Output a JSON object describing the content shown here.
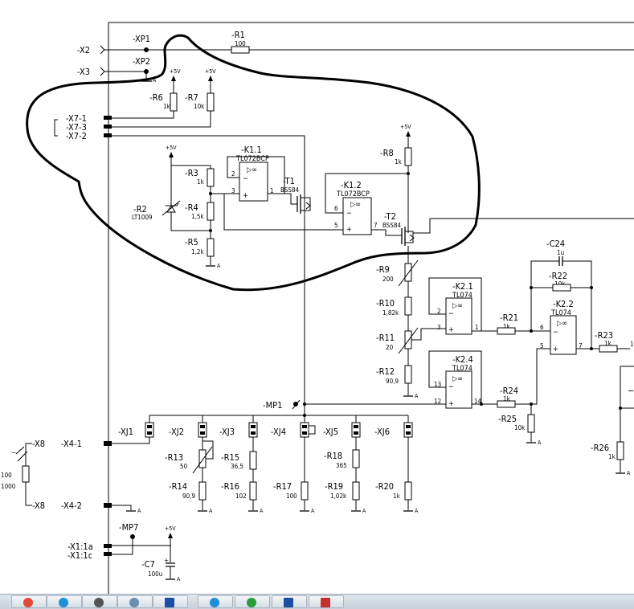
{
  "labels": {
    "x2": "-X2",
    "x3": "-X3",
    "xp1": "-XP1",
    "xp2": "-XP2",
    "r1": "-R1",
    "r1v": "100",
    "pwr": "+5V",
    "gnd": "A",
    "r6": "-R6",
    "r6v": "1k",
    "r7": "-R7",
    "r7v": "10k",
    "x71": "-X7-1",
    "x73": "-X7-3",
    "x72": "-X7-2",
    "k11": "-K1.1",
    "k11t": "TL072BCP",
    "k12": "-K1.2",
    "k12t": "TL072BCP",
    "r8": "-R8",
    "r8v": "1k",
    "r3": "-R3",
    "r3v": "1k",
    "r2": "-R2",
    "r2v": "LT1009",
    "r4": "-R4",
    "r4v": "1,5k",
    "r5": "-R5",
    "r5v": "1,2k",
    "t1": "-T1",
    "t1v": "BSS84",
    "t2": "-T2",
    "t2v": "BSS84",
    "c24": "-C24",
    "c24v": "1u",
    "r22": "-R22",
    "r22v": "10k",
    "r9": "-R9",
    "r9v": "200",
    "k21": "-K2.1",
    "k21t": "TL074",
    "k22": "-K2.2",
    "k22t": "TL074",
    "k24": "-K2.4",
    "k24t": "TL074",
    "r10": "-R10",
    "r10v": "1,82k",
    "r11": "-R11",
    "r11v": "20",
    "r12": "-R12",
    "r12v": "90,9",
    "r21": "-R21",
    "r21v": "1k",
    "r23": "-R23",
    "r23v": "1k",
    "r24": "-R24",
    "r24v": "1k",
    "r25": "-R25",
    "r25v": "10k",
    "r26": "-R26",
    "r26v": "1k",
    "mp1": "-MP1",
    "xj1": "-XJ1",
    "xj2": "-XJ2",
    "xj3": "-XJ3",
    "xj4": "-XJ4",
    "xj5": "-XJ5",
    "xj6": "-XJ6",
    "r13": "-R13",
    "r13v": "50",
    "r14": "-R14",
    "r14v": "90,9",
    "r15": "-R15",
    "r15v": "36,5",
    "r16": "-R16",
    "r16v": "102",
    "r17": "-R17",
    "r17v": "100",
    "r18": "-R18",
    "r18v": "365",
    "r19": "-R19",
    "r19v": "1,02k",
    "r20": "-R20",
    "r20v": "1k",
    "x8a": "-X8",
    "x8b": "-X8",
    "x41": "-X4-1",
    "x42": "-X4-2",
    "v100": "100",
    "v1000": "1000",
    "mp7": "-MP7",
    "x11a": "-X1:1a",
    "x11c": "-X1:1c",
    "c7": "-C7",
    "c7v": "100u",
    "pin1": "1",
    "pin2": "2",
    "pin3": "3",
    "pin5": "5",
    "pin6": "6",
    "pin7": "7",
    "pin12": "12",
    "pin13": "13",
    "pin14": "14",
    "opamp": "▷∞",
    "plus": "+",
    "minus": "−",
    "edge1": "1"
  },
  "colors": {
    "ink": "#000000",
    "marker": "#000000",
    "taskbar": "#d0d8e2"
  },
  "taskbar_icons": [
    "chrome-icon",
    "skype-icon",
    "app-icon",
    "media-icon",
    "explorer-icon",
    "skype-icon",
    "spotify-icon",
    "explorer-icon",
    "pdf-icon"
  ]
}
